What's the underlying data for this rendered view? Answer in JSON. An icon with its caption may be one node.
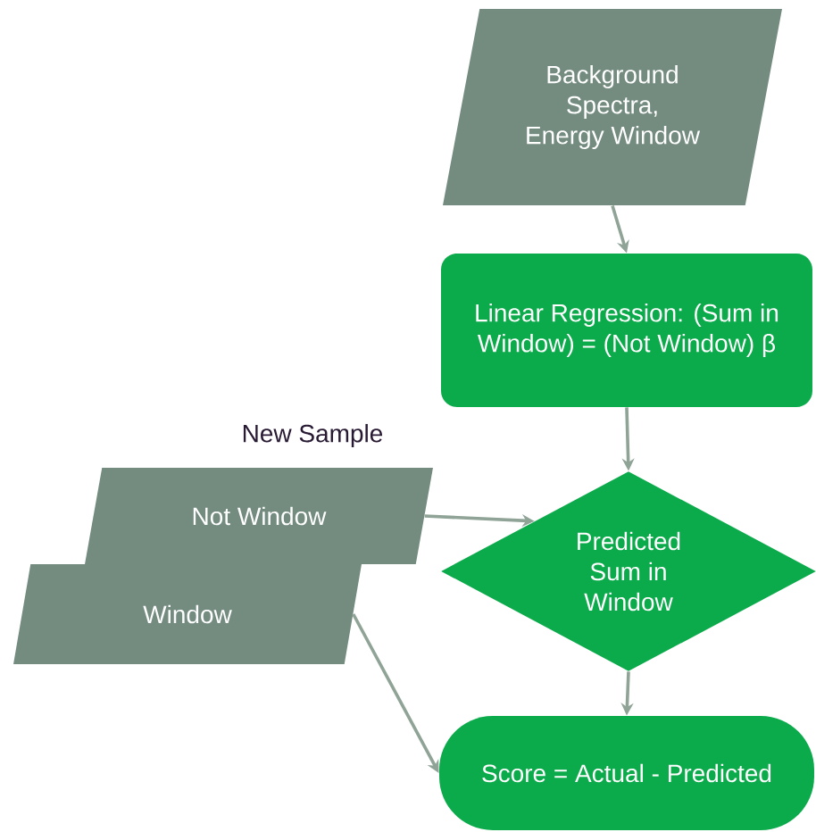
{
  "diagram": {
    "nodes": [
      {
        "text": [
          "Background Spectra, Energy Window"
        ]
      },
      {
        "text": [
          "Linear Regression: (Sum in Window) = (Not Window) β"
        ]
      },
      {
        "text": [
          "Not Window"
        ]
      },
      {
        "text": [
          "Window"
        ]
      },
      {
        "text": [
          "Predicted Sum in Window"
        ]
      },
      {
        "text": [
          "Score = Actual - Predicted"
        ]
      }
    ],
    "edges": [
      {
        "from": 0,
        "to": 1,
        "arrow": "to"
      },
      {
        "from": 1,
        "to": 4,
        "arrow": "to"
      },
      {
        "from": 2,
        "to": 4,
        "arrow": "to"
      },
      {
        "from": 4,
        "to": 5,
        "arrow": "to"
      },
      {
        "from": 3,
        "to": 5,
        "arrow": "to"
      }
    ],
    "labels": [
      "New Sample"
    ]
  }
}
